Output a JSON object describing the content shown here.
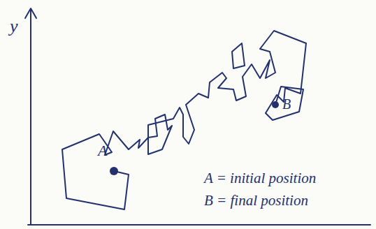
{
  "diagram": {
    "labels": [
      "y",
      "A",
      "B",
      "A = initial position",
      "B = final position"
    ]
  }
}
